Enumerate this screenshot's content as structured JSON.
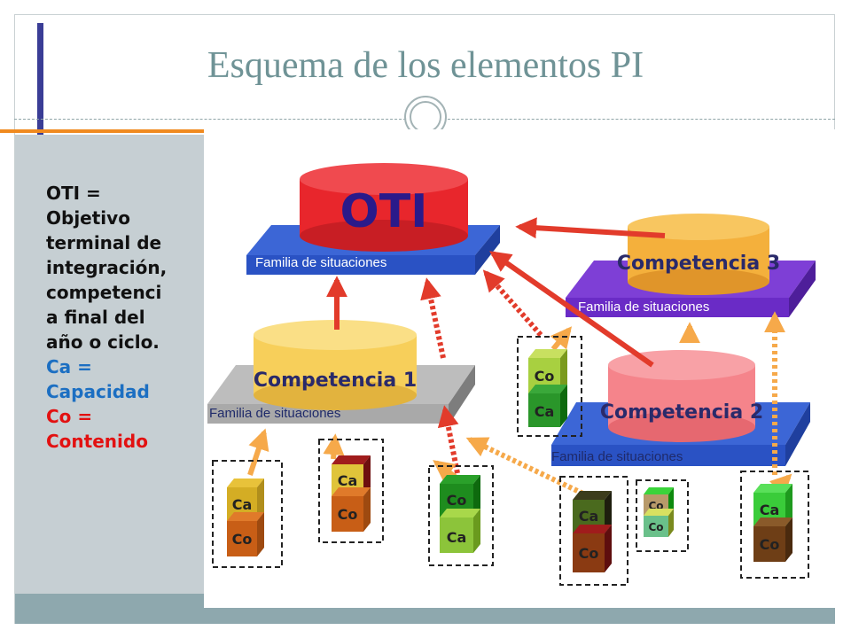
{
  "slide": {
    "title": "Esquema de los elementos PI"
  },
  "legend": {
    "lines": [
      {
        "text": "OTI =",
        "color": "black"
      },
      {
        "text": "Objetivo",
        "color": "black"
      },
      {
        "text": "terminal de",
        "color": "black"
      },
      {
        "text": "integración,",
        "color": "black"
      },
      {
        "text": "competenci",
        "color": "black"
      },
      {
        "text": "a final del",
        "color": "black"
      },
      {
        "text": "año o ciclo.",
        "color": "black"
      },
      {
        "text": "Ca =",
        "color": "blue"
      },
      {
        "text": "Capacidad",
        "color": "blue"
      },
      {
        "text": "Co =",
        "color": "red"
      },
      {
        "text": "Contenido",
        "color": "red"
      }
    ]
  },
  "diagram": {
    "oti": {
      "label": "OTI",
      "platform_label": "Familia de situaciones"
    },
    "competencias": [
      {
        "label": "Competencia 1",
        "platform_label": "Familia de situaciones"
      },
      {
        "label": "Competencia 2",
        "platform_label": "Familia de situaciones"
      },
      {
        "label": "Competencia 3",
        "platform_label": "Familia de situaciones"
      }
    ],
    "cubes": {
      "ca": "Ca",
      "co": "Co"
    }
  },
  "colors": {
    "title": "#6f9396",
    "legend_black": "#111111",
    "legend_blue": "#1c6fc2",
    "legend_red": "#e21111",
    "platform_blue": "#2f58c8",
    "platform_purple": "#6a2bc6",
    "platform_gray": "#a9a9a9",
    "oti_red": "#e8262c",
    "comp1_yellow": "#f7cf5a",
    "comp2_pink": "#f5848b",
    "comp3_orange": "#f4b03c",
    "arrow_red": "#e23b2b",
    "arrow_orange": "#f6a94a",
    "accent_orange": "#f08a1f"
  }
}
